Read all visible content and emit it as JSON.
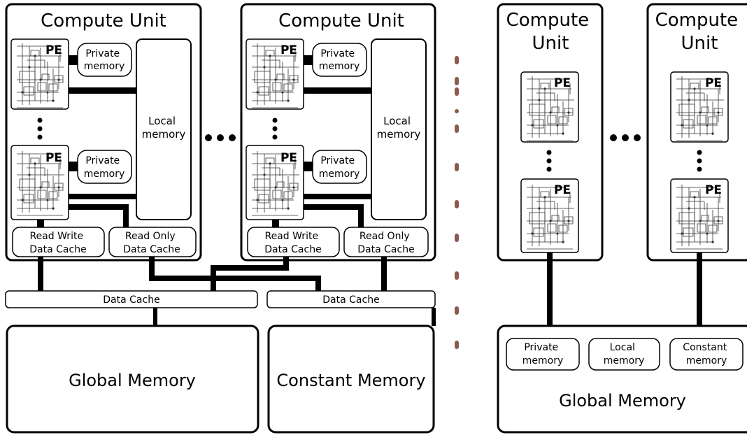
{
  "left_diagram": {
    "compute_unit_title": "Compute Unit",
    "pe_label": "PE",
    "private_memory_label": [
      "Private",
      "memory"
    ],
    "local_memory_label": [
      "Local",
      "memory"
    ],
    "rw_cache_label": [
      "Read Write",
      "Data Cache"
    ],
    "ro_cache_label": [
      "Read Only",
      "Data Cache"
    ],
    "data_cache_label": "Data Cache",
    "global_memory_label": "Global Memory",
    "constant_memory_label": "Constant Memory"
  },
  "right_diagram": {
    "compute_unit_title": [
      "Compute",
      "Unit"
    ],
    "pe_label": "PE",
    "global_memory_label": "Global Memory",
    "private_memory_label": [
      "Private",
      "memory"
    ],
    "local_memory_label": [
      "Local",
      "memory"
    ],
    "constant_memory_label": [
      "Constant",
      "memory"
    ]
  },
  "colors": {
    "stroke": "#000000",
    "separator_dots": "#8b5a50",
    "background": "#ffffff"
  },
  "icons": {
    "pe": "circuit-schematic-icon",
    "ellipsis": "ellipsis-dots-icon"
  }
}
